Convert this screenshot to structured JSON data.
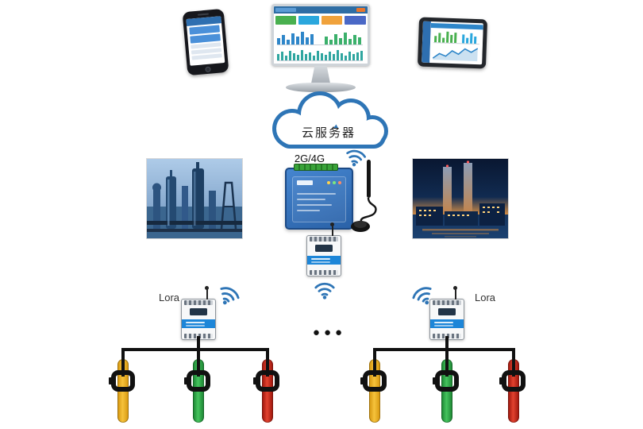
{
  "cloud": {
    "label": "云服务器"
  },
  "gateway": {
    "network_label": "2G/4G"
  },
  "groups": {
    "left": {
      "label": "Lora"
    },
    "right": {
      "label": "Lora"
    }
  },
  "separator": {
    "ellipsis": "●●●"
  },
  "colors": {
    "accent_blue": "#2e75b6",
    "wire": "#111111",
    "sensor_yellow": "#f2b01e",
    "sensor_green": "#2fae49",
    "sensor_red": "#d3261a",
    "gateway_blue": "#2f6db5",
    "meter_band_blue": "#1d86d8",
    "terminal_green": "#39a339"
  },
  "icons": {
    "wifi": "wifi-icon",
    "antenna": "antenna-icon",
    "cloud_shape": "cloud-shape",
    "ellipsis_dots": "ellipsis-dots"
  }
}
